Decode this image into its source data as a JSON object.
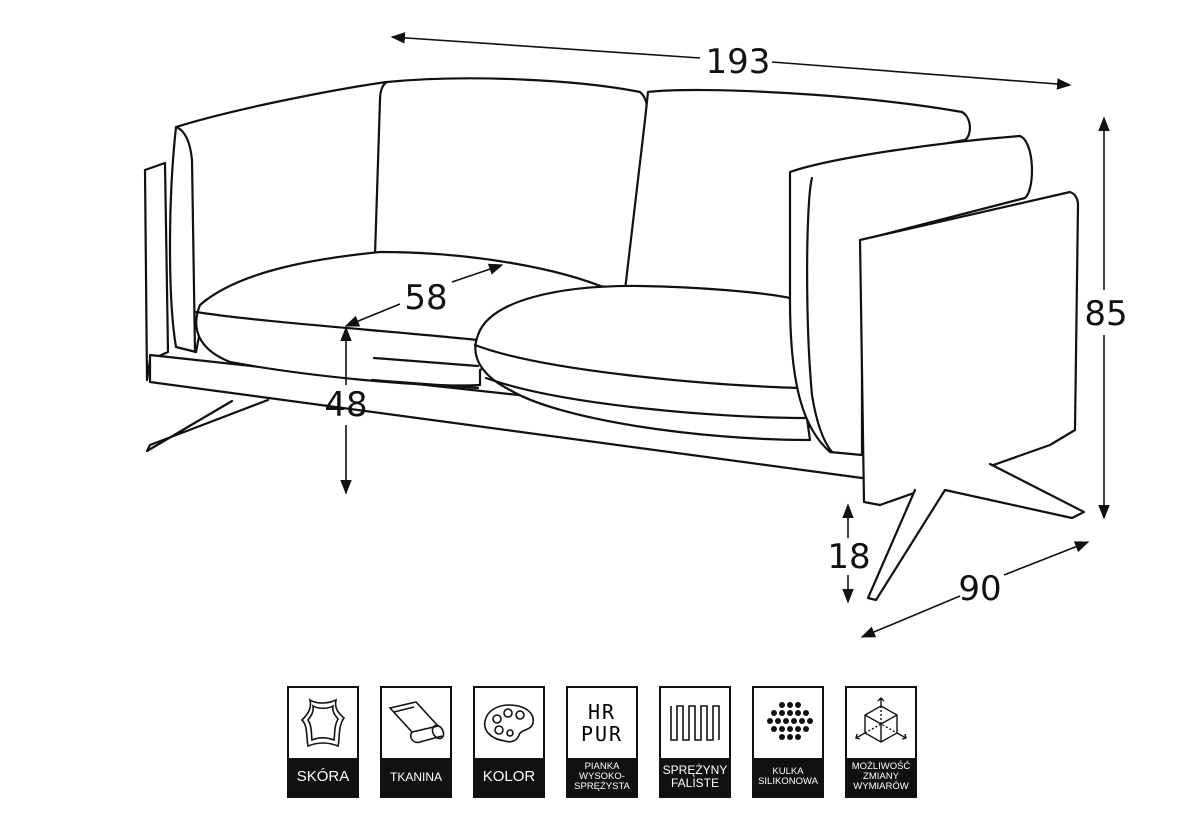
{
  "dimensions": {
    "width": "193",
    "height": "85",
    "seat_depth": "58",
    "seat_height": "48",
    "leg_height": "18",
    "depth": "90"
  },
  "features": [
    {
      "icon": "leather-icon",
      "label": "SKÓRA"
    },
    {
      "icon": "fabric-roll-icon",
      "label": "TKANINA"
    },
    {
      "icon": "palette-icon",
      "label": "KOLOR"
    },
    {
      "icon": "hr-pur-icon",
      "icon_text": [
        "HR",
        "PUR"
      ],
      "label": "PIANKA\nWYSOKO-\nSPRĘŻYSTA"
    },
    {
      "icon": "spring-icon",
      "label": "SPRĘŻYNY\nFALISTE"
    },
    {
      "icon": "dots-icon",
      "label": "KULKA\nSILIKONOWA"
    },
    {
      "icon": "cube-icon",
      "label": "MOŻLIWOŚĆ\nZMIANY\nWYMIARÓW"
    }
  ]
}
